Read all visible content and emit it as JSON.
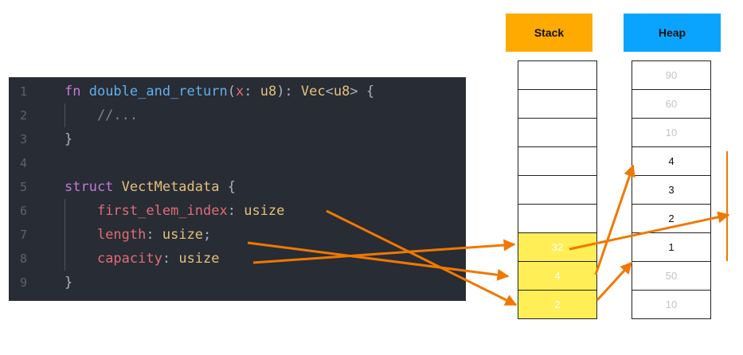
{
  "code": {
    "line_numbers": [
      "1",
      "2",
      "3",
      "4",
      "5",
      "6",
      "7",
      "8",
      "9"
    ],
    "lines": [
      [
        {
          "t": "fn ",
          "c": "kw"
        },
        {
          "t": "double_and_return",
          "c": "fn"
        },
        {
          "t": "(",
          "c": "punc"
        },
        {
          "t": "x",
          "c": "var"
        },
        {
          "t": ": ",
          "c": "punc"
        },
        {
          "t": "u8",
          "c": "ty"
        },
        {
          "t": "): ",
          "c": "punc"
        },
        {
          "t": "Vec",
          "c": "ty"
        },
        {
          "t": "<",
          "c": "punc"
        },
        {
          "t": "u8",
          "c": "ty"
        },
        {
          "t": "> {",
          "c": "punc"
        }
      ],
      [
        {
          "t": "    //...",
          "c": "cm"
        }
      ],
      [
        {
          "t": "}",
          "c": "punc"
        }
      ],
      [],
      [
        {
          "t": "struct ",
          "c": "kw"
        },
        {
          "t": "VectMetadata",
          "c": "ty"
        },
        {
          "t": " {",
          "c": "punc"
        }
      ],
      [
        {
          "t": "    ",
          "c": "punc"
        },
        {
          "t": "first_elem_index",
          "c": "var"
        },
        {
          "t": ": ",
          "c": "punc"
        },
        {
          "t": "usize",
          "c": "ty"
        }
      ],
      [
        {
          "t": "    ",
          "c": "punc"
        },
        {
          "t": "length",
          "c": "var"
        },
        {
          "t": ": ",
          "c": "punc"
        },
        {
          "t": "usize",
          "c": "ty"
        },
        {
          "t": ";",
          "c": "punc"
        }
      ],
      [
        {
          "t": "    ",
          "c": "punc"
        },
        {
          "t": "capacity",
          "c": "var"
        },
        {
          "t": ": ",
          "c": "punc"
        },
        {
          "t": "usize",
          "c": "ty"
        }
      ],
      [
        {
          "t": "}",
          "c": "punc"
        }
      ]
    ]
  },
  "stack": {
    "header": "Stack",
    "header_color": "#ffaa00",
    "cells": [
      "",
      "",
      "",
      "",
      "",
      "",
      "32",
      "4",
      "2"
    ],
    "highlight_color": "#ffee55"
  },
  "heap": {
    "header": "Heap",
    "header_color": "#0aa4ff",
    "cells": [
      "90",
      "60",
      "10",
      "4",
      "3",
      "2",
      "1",
      "50",
      "10"
    ],
    "active": [
      false,
      false,
      false,
      true,
      true,
      true,
      true,
      false,
      false
    ]
  },
  "arrow_color": "#f07800"
}
